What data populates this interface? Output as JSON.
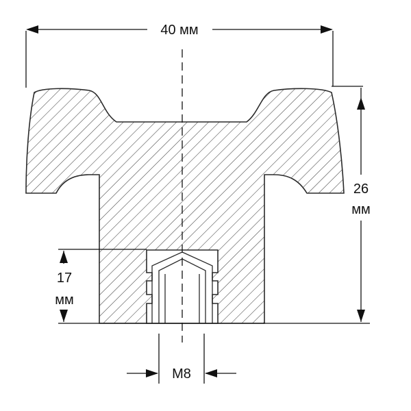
{
  "dimensions": {
    "overall_width": "40 мм",
    "overall_height_value": "26",
    "overall_height_unit": "мм",
    "insert_depth_value": "17",
    "insert_depth_unit": "мм",
    "thread": "M8"
  },
  "colors": {
    "line": "#2a2a2a",
    "hatch": "#444444",
    "background": "#ffffff"
  }
}
